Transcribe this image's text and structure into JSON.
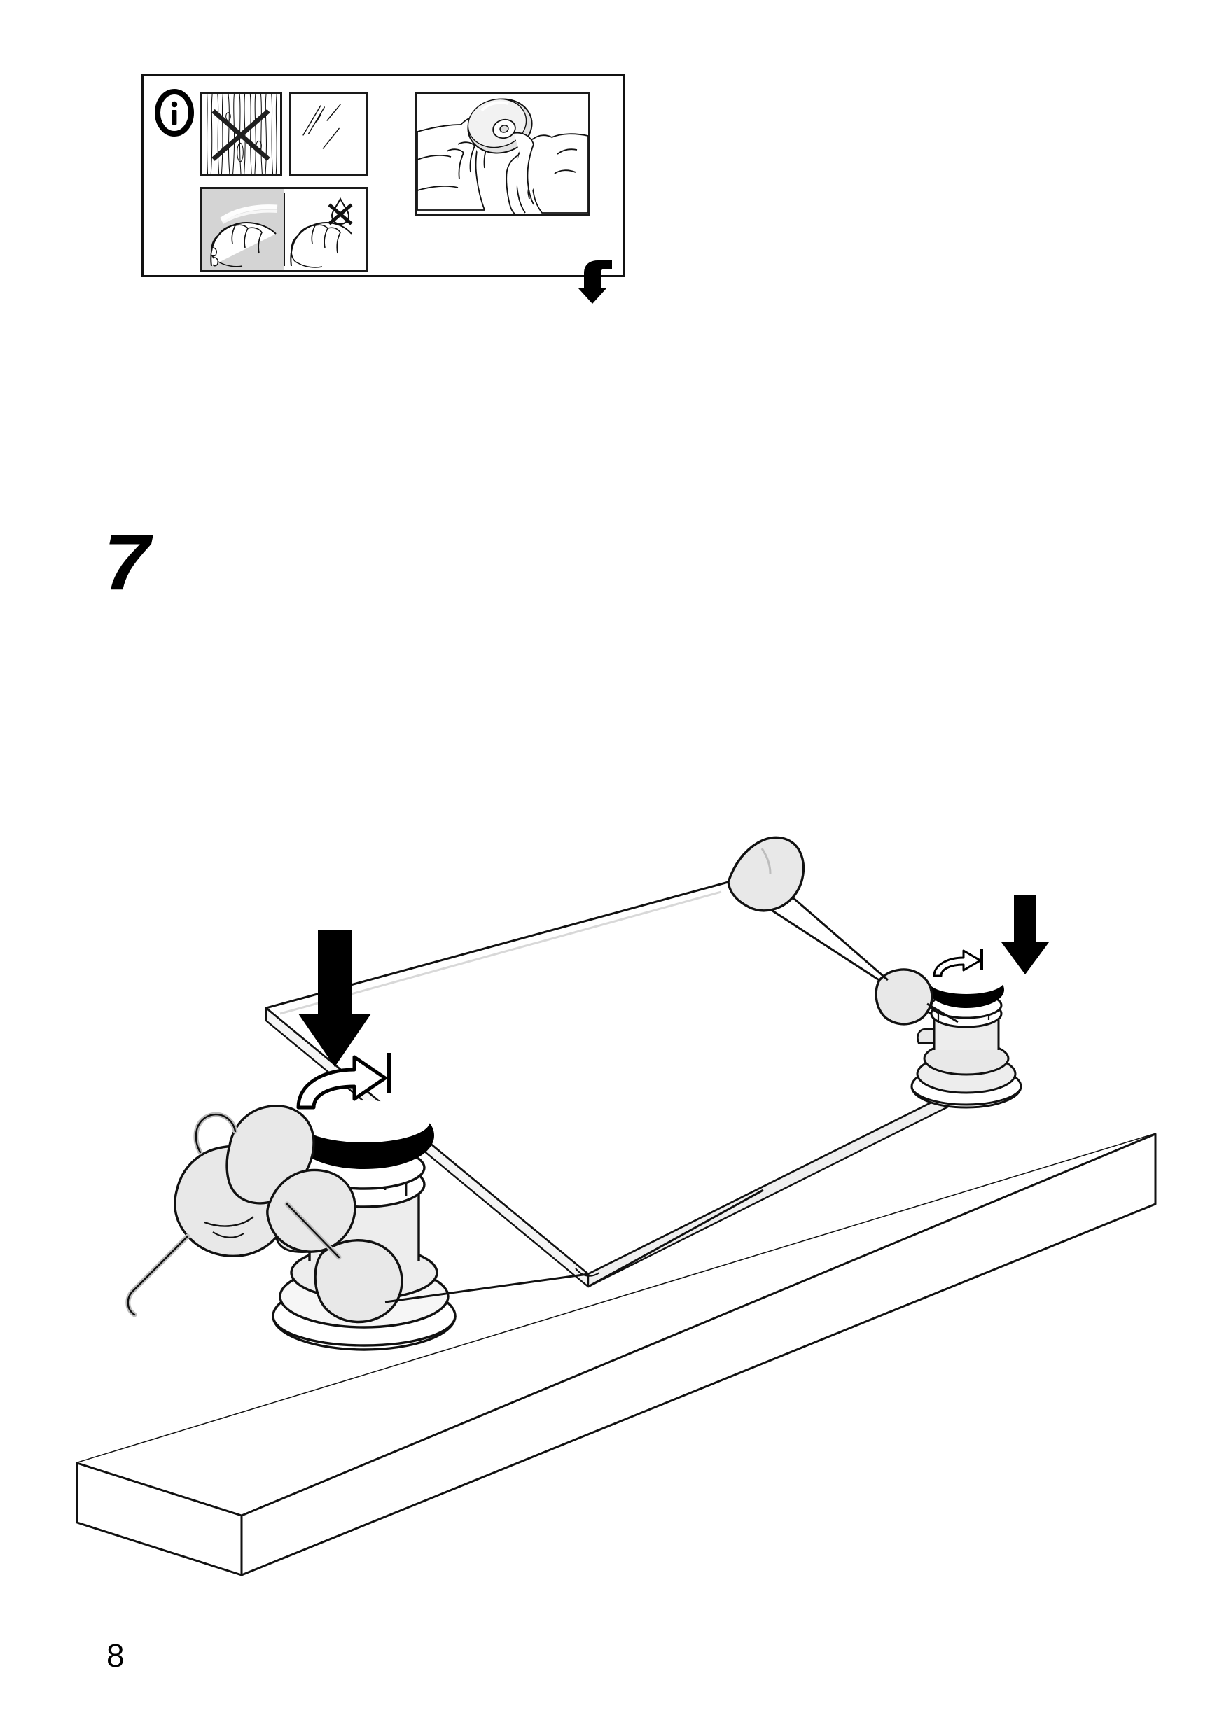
{
  "page": {
    "page_number": "8",
    "step_number": "7",
    "document_type": "furniture-assembly-instruction"
  },
  "info_box": {
    "icon": "information-icon",
    "icon_glyph": "i",
    "panels": [
      {
        "name": "wood-surface-forbidden",
        "icon": "wood-grain-crossed-out-icon",
        "meaning": "do-not-mount-on-wood",
        "has_cross": true,
        "background": "#ffffff"
      },
      {
        "name": "glass-surface-allowed",
        "icon": "glass-pane-icon",
        "meaning": "mount-on-smooth-glass-surface",
        "has_cross": false,
        "background": "#ffffff"
      },
      {
        "name": "clean-surface-step",
        "icon": "hand-wiping-icon",
        "meaning": "wipe-surface-clean-and-dry",
        "has_cross": false,
        "background": "#d4d4d4"
      },
      {
        "name": "no-water-step",
        "icon": "hand-wiping-no-water-icon",
        "meaning": "do-not-use-water",
        "has_cross": true,
        "background": "#ffffff"
      },
      {
        "name": "peel-protective-film",
        "icon": "hands-peeling-suction-cup-icon",
        "meaning": "remove-protective-film-from-suction-cup",
        "has_cross": false,
        "background": "#ffffff"
      }
    ],
    "flow_arrow": {
      "name": "u-turn-down-arrow",
      "direction": "down"
    }
  },
  "illustration": {
    "name": "step-7-illustration",
    "description": "press-shelf-onto-suction-cup-feet-and-turn-locking-ring",
    "components": [
      {
        "name": "countertop",
        "label": "counter-surface"
      },
      {
        "name": "shelf-panel",
        "label": "glass-shelf-panel"
      },
      {
        "name": "hand-left",
        "label": "left-hand-grip"
      },
      {
        "name": "hand-right",
        "label": "right-hand-grip"
      },
      {
        "name": "suction-foot-front",
        "label": "front-suction-cup-assembly"
      },
      {
        "name": "suction-foot-back",
        "label": "back-suction-cup-assembly"
      }
    ],
    "action_arrows": [
      {
        "name": "press-down-arrow-front",
        "direction": "down"
      },
      {
        "name": "press-down-arrow-back",
        "direction": "down"
      },
      {
        "name": "rotate-arrow-front",
        "direction": "clockwise"
      },
      {
        "name": "rotate-arrow-back",
        "direction": "clockwise"
      }
    ]
  },
  "colors": {
    "ink": "#000000",
    "line": "#1a1a1a",
    "part_fill": "#e8e8e8",
    "gray_panel": "#d4d4d4",
    "paper": "#ffffff"
  }
}
